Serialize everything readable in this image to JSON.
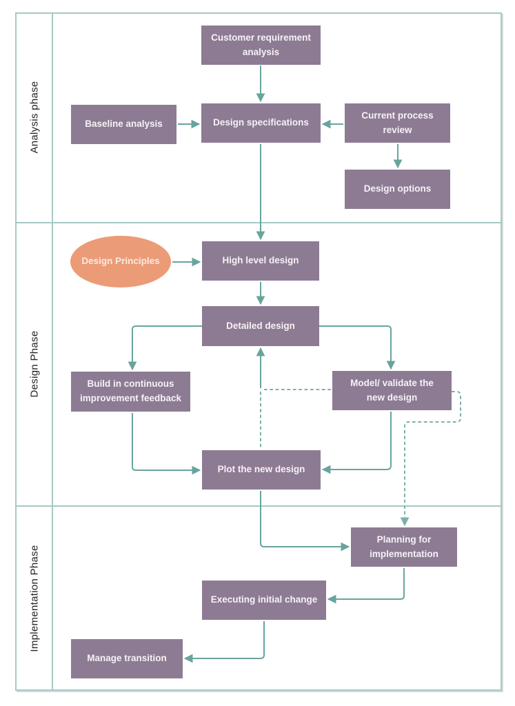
{
  "colors": {
    "box_fill": "#8d7b93",
    "box_text": "#f6f2f6",
    "ellipse_fill": "#ec9b77",
    "ellipse_text": "#f9ebe0",
    "line": "#68a49d",
    "line_dashed": "#7db1ab",
    "grid": "#a6c8c5",
    "label_text": "#222222",
    "bg": "#ffffff"
  },
  "diagram": {
    "phases": [
      {
        "label": "Analysis phase"
      },
      {
        "label": "Design Phase"
      },
      {
        "label": "Implementation Phase"
      }
    ],
    "nodes": {
      "customer_requirement_analysis": {
        "label": "Customer requirement analysis",
        "shape": "rect",
        "phase": "Analysis phase"
      },
      "baseline_analysis": {
        "label": "Baseline analysis",
        "shape": "rect",
        "phase": "Analysis phase"
      },
      "design_specifications": {
        "label": "Design specifications",
        "shape": "rect",
        "phase": "Analysis phase"
      },
      "current_process_review": {
        "label": "Current process review",
        "shape": "rect",
        "phase": "Analysis phase"
      },
      "design_options": {
        "label": "Design options",
        "shape": "rect",
        "phase": "Analysis phase"
      },
      "design_principles": {
        "label": "Design Principles",
        "shape": "ellipse",
        "phase": "Design Phase"
      },
      "high_level_design": {
        "label": "High level design",
        "shape": "rect",
        "phase": "Design Phase"
      },
      "detailed_design": {
        "label": "Detailed design",
        "shape": "rect",
        "phase": "Design Phase"
      },
      "build_in_continuous_improvement_feedback": {
        "label": "Build in continuous improvement feedback",
        "shape": "rect",
        "phase": "Design Phase"
      },
      "model_validate_the_new_design": {
        "label": "Model/ validate the new design",
        "shape": "rect",
        "phase": "Design Phase"
      },
      "plot_the_new_design": {
        "label": "Plot the new design",
        "shape": "rect",
        "phase": "Design Phase"
      },
      "planning_for_implementation": {
        "label": "Planning for implementation",
        "shape": "rect",
        "phase": "Implementation Phase"
      },
      "executing_initial_change": {
        "label": "Executing initial change",
        "shape": "rect",
        "phase": "Implementation Phase"
      },
      "manage_transition": {
        "label": "Manage transition",
        "shape": "rect",
        "phase": "Implementation Phase"
      }
    },
    "edges": [
      {
        "from": "customer_requirement_analysis",
        "to": "design_specifications",
        "style": "solid"
      },
      {
        "from": "baseline_analysis",
        "to": "design_specifications",
        "style": "solid"
      },
      {
        "from": "current_process_review",
        "to": "design_specifications",
        "style": "solid"
      },
      {
        "from": "current_process_review",
        "to": "design_options",
        "style": "solid"
      },
      {
        "from": "design_specifications",
        "to": "high_level_design",
        "style": "solid"
      },
      {
        "from": "design_principles",
        "to": "high_level_design",
        "style": "solid"
      },
      {
        "from": "high_level_design",
        "to": "detailed_design",
        "style": "solid"
      },
      {
        "from": "detailed_design",
        "to": "build_in_continuous_improvement_feedback",
        "style": "solid"
      },
      {
        "from": "detailed_design",
        "to": "model_validate_the_new_design",
        "style": "solid"
      },
      {
        "from": "build_in_continuous_improvement_feedback",
        "to": "plot_the_new_design",
        "style": "solid"
      },
      {
        "from": "model_validate_the_new_design",
        "to": "plot_the_new_design",
        "style": "solid"
      },
      {
        "from": "plot_the_new_design",
        "to": "detailed_design",
        "style": "dashed"
      },
      {
        "from": "model_validate_the_new_design",
        "to": "detailed_design",
        "style": "dashed"
      },
      {
        "from": "model_validate_the_new_design",
        "to": "planning_for_implementation",
        "style": "dashed"
      },
      {
        "from": "plot_the_new_design",
        "to": "planning_for_implementation",
        "style": "solid"
      },
      {
        "from": "planning_for_implementation",
        "to": "executing_initial_change",
        "style": "solid"
      },
      {
        "from": "executing_initial_change",
        "to": "manage_transition",
        "style": "solid"
      }
    ]
  }
}
